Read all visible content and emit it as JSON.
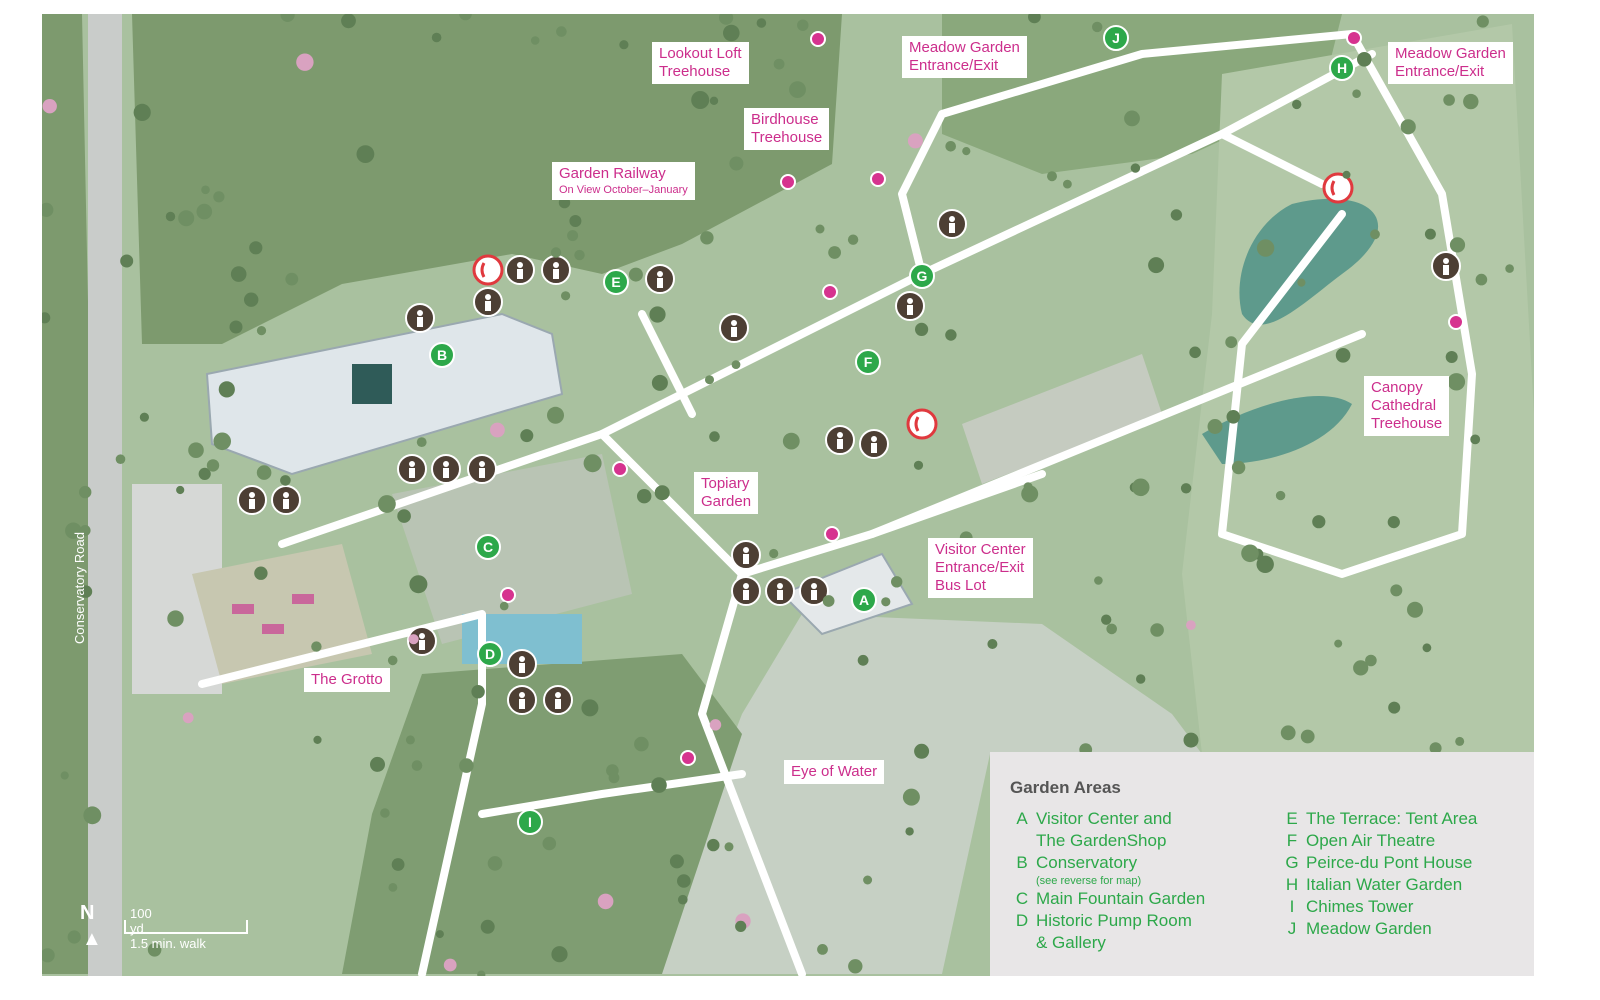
{
  "map": {
    "road_label": "Conservatory Road",
    "north_label": "N",
    "scale": {
      "distance": "100 yd",
      "walk": "1.5 min. walk"
    },
    "colors": {
      "label_text": "#cc2e8c",
      "pin": "#d6338f",
      "area_marker": "#2da84a",
      "amenity_icon": "#4d3f34",
      "emergency_icon": "#e0393e",
      "path": "#ffffff",
      "grass": "#a9c19f",
      "water": "#5e9a8c"
    },
    "callouts": [
      {
        "id": "lookout-loft",
        "text": "Lookout Loft\nTreehouse"
      },
      {
        "id": "meadow-entrance-1",
        "text": "Meadow Garden\nEntrance/Exit"
      },
      {
        "id": "meadow-entrance-2",
        "text": "Meadow Garden\nEntrance/Exit"
      },
      {
        "id": "birdhouse",
        "text": "Birdhouse\nTreehouse"
      },
      {
        "id": "garden-railway",
        "text": "Garden Railway",
        "sub": "On View October–January"
      },
      {
        "id": "topiary",
        "text": "Topiary\nGarden"
      },
      {
        "id": "visitor-center",
        "text": "Visitor Center\nEntrance/Exit\nBus Lot"
      },
      {
        "id": "canopy",
        "text": "Canopy\nCathedral\nTreehouse"
      },
      {
        "id": "grotto",
        "text": "The Grotto"
      },
      {
        "id": "eye-of-water",
        "text": "Eye of Water"
      }
    ],
    "area_markers": [
      "A",
      "B",
      "C",
      "D",
      "E",
      "F",
      "G",
      "H",
      "I",
      "J"
    ],
    "amenity_icons": [
      "restroom-icon",
      "family-restroom-icon",
      "drinking-fountain-icon",
      "information-icon",
      "dining-icon",
      "first-aid-icon",
      "emergency-phone-icon",
      "elevator-icon"
    ]
  },
  "legend": {
    "title": "Garden Areas",
    "left": [
      {
        "letter": "A",
        "name": "Visitor Center and\nThe GardenShop"
      },
      {
        "letter": "B",
        "name": "Conservatory",
        "note": "(see reverse for map)"
      },
      {
        "letter": "C",
        "name": "Main Fountain Garden"
      },
      {
        "letter": "D",
        "name": "Historic Pump Room\n& Gallery"
      }
    ],
    "right": [
      {
        "letter": "E",
        "name": "The Terrace: Tent Area"
      },
      {
        "letter": "F",
        "name": "Open Air Theatre"
      },
      {
        "letter": "G",
        "name": "Peirce-du Pont House"
      },
      {
        "letter": "H",
        "name": "Italian Water Garden"
      },
      {
        "letter": "I",
        "name": "Chimes Tower"
      },
      {
        "letter": "J",
        "name": "Meadow Garden"
      }
    ]
  }
}
